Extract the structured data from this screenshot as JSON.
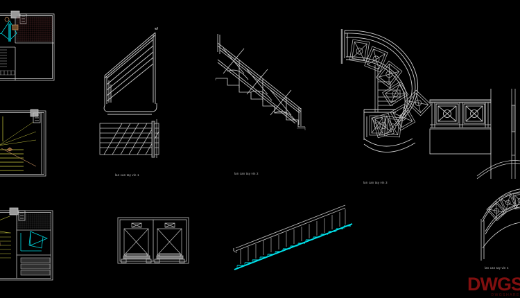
{
  "app": {
    "background_color": "#000000",
    "line_color": "#d0d0d0",
    "accent_cyan": "#00e5ee",
    "accent_yellow": "#d8d840",
    "accent_tan": "#c89060",
    "watermark_color": "#8d1111"
  },
  "watermark": {
    "text": "DWGS",
    "subtext": "DWGSHARE"
  },
  "labels": {
    "rail1": "lan can tay vin 1",
    "rail2": "lan can tay vin 2",
    "rail3": "lan can tay vin 3",
    "rail4": "lan can tay vin 4"
  },
  "drawings": [
    {
      "name": "plan-stair-upper",
      "type": "floor-plan",
      "position": "top-left"
    },
    {
      "name": "plan-stair-middle",
      "type": "floor-plan",
      "position": "mid-left"
    },
    {
      "name": "plan-bathroom-lower",
      "type": "floor-plan",
      "position": "bottom-left"
    },
    {
      "name": "rail-elevation-1",
      "type": "elevation",
      "position": "top-col-2"
    },
    {
      "name": "rail-elevation-2",
      "type": "elevation",
      "position": "top-col-3"
    },
    {
      "name": "rail-elevation-3",
      "type": "elevation",
      "position": "top-col-4"
    },
    {
      "name": "rail-elevation-4",
      "type": "elevation",
      "position": "right"
    },
    {
      "name": "lift-details",
      "type": "detail",
      "position": "bottom-col-2"
    },
    {
      "name": "stair-section-cyan",
      "type": "section",
      "position": "bottom-col-3"
    }
  ]
}
